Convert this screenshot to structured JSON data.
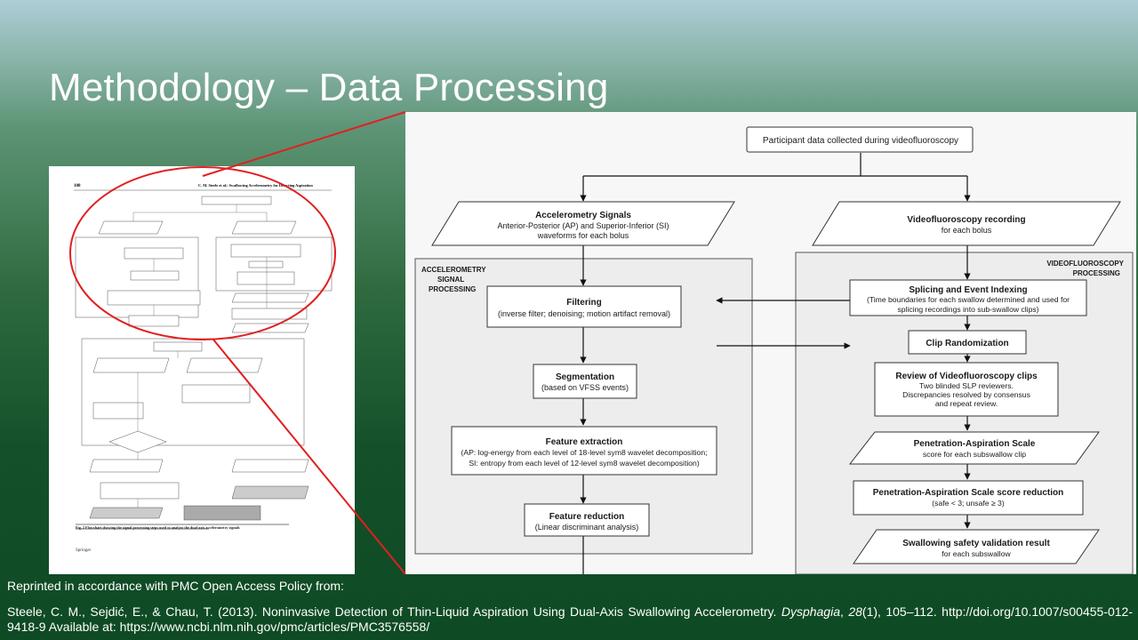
{
  "slide": {
    "title": "Methodology – Data Processing",
    "accent_color": "#e02020",
    "caption_line1": "Reprinted in accordance with PMC Open Access Policy from:",
    "citation": {
      "authors_title": "Steele, C. M., Sejdić, E., & Chau, T. (2013). Noninvasive Detection of Thin-Liquid Aspiration Using Dual-Axis Swallowing Accelerometry.",
      "journal": "Dysphagia",
      "volume": "28",
      "issue_pages": "(1), 105–112.",
      "links": "http://doi.org/10.1007/s00455-012-9418-9 Available at: https://www.ncbi.nlm.nih.gov/pmc/articles/PMC3576558/"
    }
  },
  "thumbnail": {
    "page_number": "108",
    "running_head": "C. M. Steele et al.: Swallowing Accelerometry for Detecting Aspiration",
    "figure_caption": "Fig. 2 Flowchart showing the signal processing steps used to analyze the dual-axis accelerometry signals",
    "publisher": "Springer"
  },
  "flowchart": {
    "top": "Participant data collected during videofluoroscopy",
    "accel_signals_title": "Accelerometry Signals",
    "accel_signals_line2": "Anterior-Posterior (AP) and Superior-Inferior (SI)",
    "accel_signals_line3": "waveforms for each bolus",
    "accel_region_line1": "ACCELEROMETRY",
    "accel_region_line2": "SIGNAL",
    "accel_region_line3": "PROCESSING",
    "filtering_title": "Filtering",
    "filtering_sub": "(inverse filter; denoising; motion artifact removal)",
    "segmentation_title": "Segmentation",
    "segmentation_sub": "(based on VFSS events)",
    "feature_extraction_title": "Feature extraction",
    "feature_extraction_line2": "(AP: log-energy from each level of 18-level sym8 wavelet decomposition;",
    "feature_extraction_line3": "SI: entropy from each level of 12-level sym8 wavelet decomposition)",
    "feature_reduction_title": "Feature reduction",
    "feature_reduction_sub": "(Linear discriminant analysis)",
    "video_recording_title": "Videofluoroscopy recording",
    "video_recording_sub": "for each bolus",
    "video_region_line1": "VIDEOFLUOROSCOPY",
    "video_region_line2": "PROCESSING",
    "splicing_title": "Splicing and Event Indexing",
    "splicing_line2": "(Time boundaries for each swallow determined and used for",
    "splicing_line3": "splicing recordings into sub-swallow clips)",
    "clip_randomization": "Clip Randomization",
    "review_title": "Review of Videofluoroscopy clips",
    "review_line2": "Two blinded SLP reviewers.",
    "review_line3": "Discrepancies resolved by consensus",
    "review_line4": "and repeat review.",
    "pas_title": "Penetration-Aspiration Scale",
    "pas_sub": "score for each subswallow clip",
    "pas_reduction_title": "Penetration-Aspiration Scale score reduction",
    "pas_reduction_sub": "(safe < 3; unsafe ≥ 3)",
    "safety_title": "Swallowing safety validation result",
    "safety_sub": "for each subswallow"
  }
}
